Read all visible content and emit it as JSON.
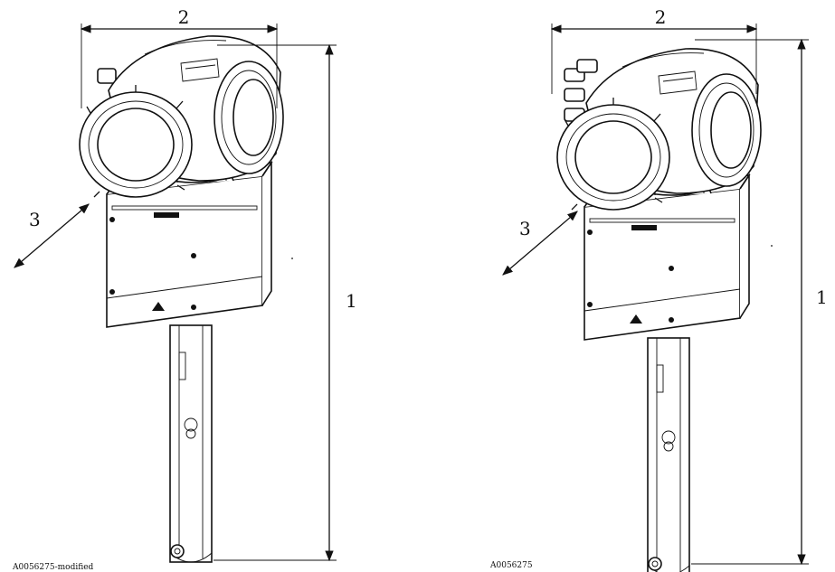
{
  "left_variant": {
    "labels": {
      "dim1": "1",
      "dim2": "2",
      "dim3": "3"
    },
    "code": "A0056275-modified"
  },
  "right_variant": {
    "labels": {
      "dim1": "1",
      "dim2": "2",
      "dim3": "3"
    },
    "code": "A0056275"
  },
  "colors": {
    "ink": "#111111",
    "paper": "#ffffff"
  }
}
